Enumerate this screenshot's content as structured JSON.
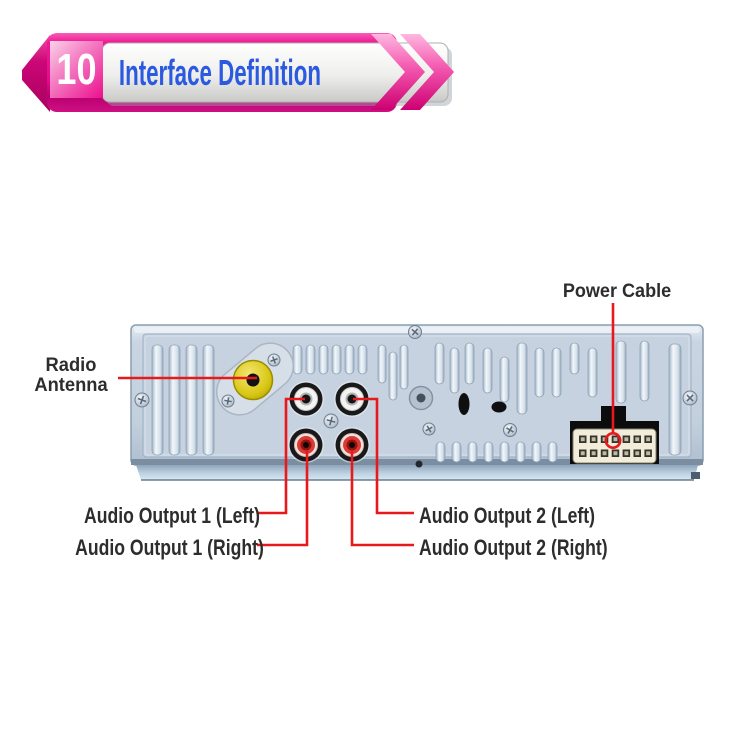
{
  "header": {
    "number": "10",
    "title": "Interface Definition",
    "colors": {
      "magenta": "#ec0f8e",
      "title_blue": "#2b59e0",
      "bar_silver": "#e6e6e4"
    }
  },
  "diagram": {
    "annotation_color": "#e8191c",
    "labels": {
      "radio_antenna_line1": "Radio",
      "radio_antenna_line2": "Antenna",
      "power_cable": "Power Cable",
      "audio_output_1_left": "Audio Output 1 (Left)",
      "audio_output_1_right": "Audio Output 1 (Right)",
      "audio_output_2_left": "Audio Output 2 (Left)",
      "audio_output_2_right": "Audio Output 2 (Right)"
    },
    "connectors": {
      "antenna_jack_color": "#d9c715",
      "rca_white_ring": "#f3f3f3",
      "rca_red_ring": "#dd3a33",
      "power_connector_body": "#f2ecda",
      "power_connector_pins": 14
    }
  }
}
